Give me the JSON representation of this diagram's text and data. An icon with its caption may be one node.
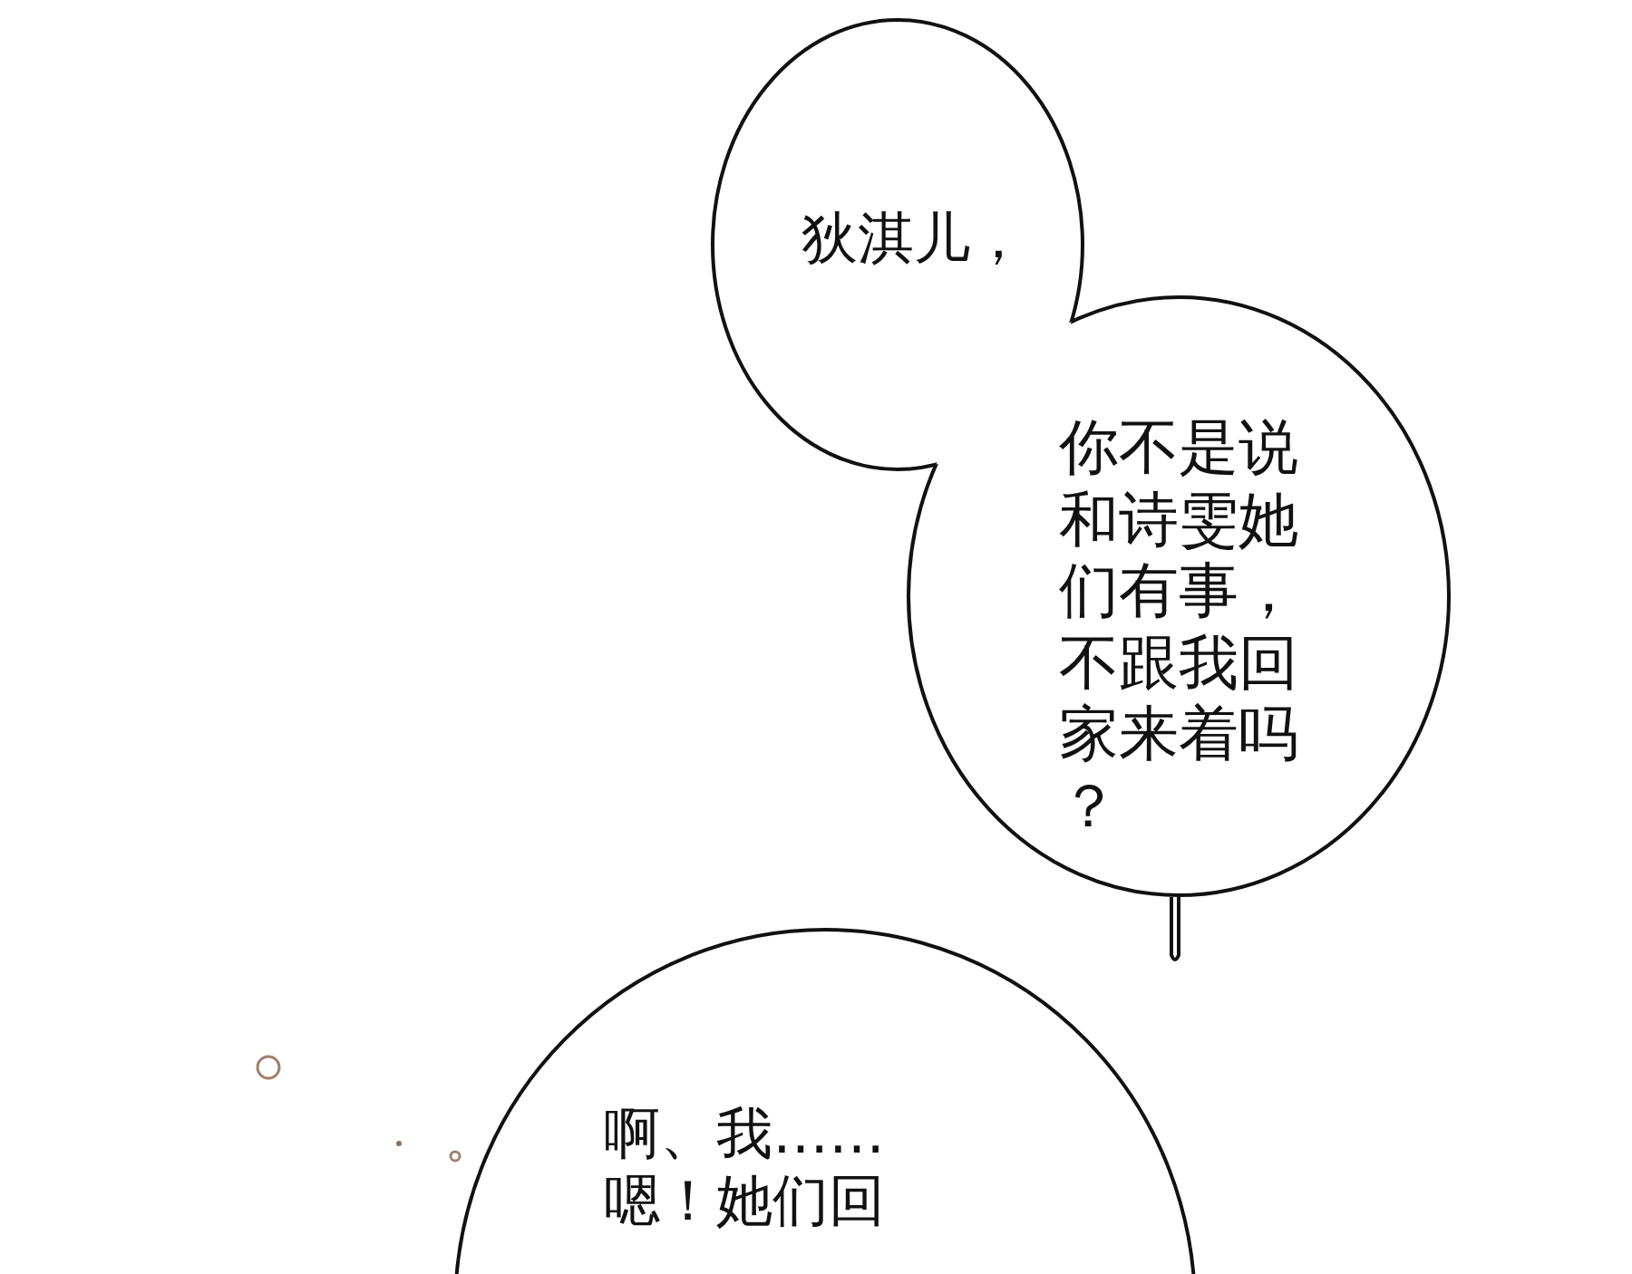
{
  "diagram": {
    "nodes": [
      {
        "text": [
          "狄淇儿，"
        ]
      },
      {
        "text": [
          "你不是说和诗雯她们有事，不跟我回家来着吗？"
        ]
      },
      {
        "text": [
          "啊、我……嗯！她们回"
        ]
      }
    ]
  }
}
